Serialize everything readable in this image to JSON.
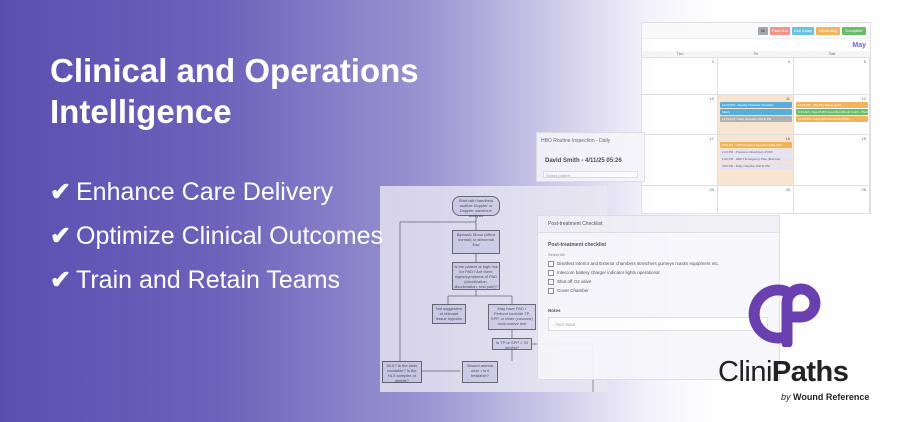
{
  "headline": {
    "line1": "Clinical and Operations",
    "line2": "Intelligence"
  },
  "check_glyph": "✔",
  "bullets": [
    "Enhance Care Delivery",
    "Optimize Clinical Outcomes",
    "Train and Retain Teams"
  ],
  "flowchart": {
    "start": "Start with handheld audible Doppler or Doppler waveform analysis",
    "box1": "Biphasic Mono (affect normal) or abnormal flow",
    "box2": "Is the patient at high risk for PAD? Are there signs/symptoms of PAD (claudication, discoloration, rest pain)?",
    "box3": "Not suggestive of relevant tissue hypoxia",
    "box4": "May have PAD • Perform bedside TP, SPP, or other (vascular) noninvasive test",
    "box5": "Is TP or SPP > 30 mmHg?",
    "box6": "HLX? Is the ulcer locatable? Is the HLX complex or simple?",
    "box7": "Wound arterial ulcer • Is it treatable?"
  },
  "calendar": {
    "buttons": [
      "All",
      "Past due",
      "Due today",
      "Upcoming",
      "Complete"
    ],
    "button_colors": [
      "#9aa0a6",
      "#f28b82",
      "#5bc0de",
      "#f0ad4e",
      "#5cb85c"
    ],
    "month": "May",
    "days": [
      "Thu",
      "Fri",
      "Sat"
    ],
    "week1": [
      "3",
      "4",
      "5"
    ],
    "week2": [
      "10",
      "11",
      "12"
    ],
    "week3": [
      "17",
      "18",
      "19"
    ],
    "week4": [
      "24",
      "25",
      "26"
    ],
    "events_fri_11": [
      "10:00 PM - Weekly Chamber Checklist",
      "Marcy",
      "12:00 PM - Daily chamber IAW E PM"
    ],
    "events_sat_12": [
      "12:00 AM - Monthly Safety Audit",
      "9:15 AM - New PU/PI Care Plan Rhodri Smith - PENDING",
      "12:00 PM - Daily HBO Checklist (PPE)"
    ],
    "events_fri_18": [
      "6:00 AM - HBO Routine Inspection Daily Drill",
      "1:00 PM - Pressure Ulcer/Injury PU/PI",
      "1:00 PM - HBOT Emergency Plan (Burnout)",
      "4:00 PM - Daily chamber IAW E PM"
    ]
  },
  "inspection": {
    "title": "HBO Routine Inspection - Daily",
    "user": "David Smith - 4/11/25 05:26",
    "select_placeholder": "Select patient"
  },
  "checklist": {
    "panel_title": "Post-treatment Checklist",
    "heading": "Post-treatment checklist",
    "select_all": "Select All",
    "items": [
      "Disinfect interior and Exterior chambers stretchers gurneys masks equipment etc.",
      "Intercom battery charger indicator lights operational",
      "Shut off O2 valve",
      "Cover Chamber"
    ],
    "notes_label": "Notes",
    "notes_placeholder": "Your Input"
  },
  "brand": {
    "name_part1": "Clini",
    "name_part2": "Paths",
    "by": "by",
    "company": "Wound Reference",
    "logo_color": "#6a3fb0"
  }
}
